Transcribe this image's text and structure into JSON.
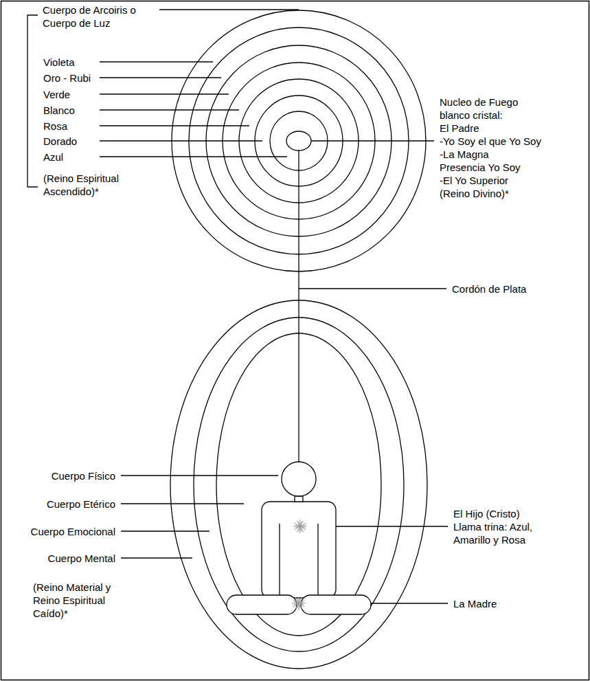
{
  "diagram": {
    "labels": [
      "Cuerpo de Arcoiris o Cuerpo de Luz",
      "Violeta",
      "Oro - Rubi",
      "Verde",
      "Blanco",
      "Rosa",
      "Dorado",
      "Azul",
      "(Reino Espiritual Ascendido)*",
      "Nucleo de Fuego blanco cristal:",
      "El Padre",
      "-Yo Soy el que Yo Soy",
      "-La Magna Presencia Yo Soy",
      "-El Yo Superior",
      "(Reino Divino)*",
      "Cordón de Plata",
      "Cuerpo Físico",
      "Cuerpo Etérico",
      "Cuerpo Emocional",
      "Cuerpo Mental",
      "(Reino Material y Reino Espiritual Caído)*",
      "El Hijo (Cristo)",
      "Llama trina: Azul, Amarillo y Rosa",
      "La Madre"
    ]
  }
}
